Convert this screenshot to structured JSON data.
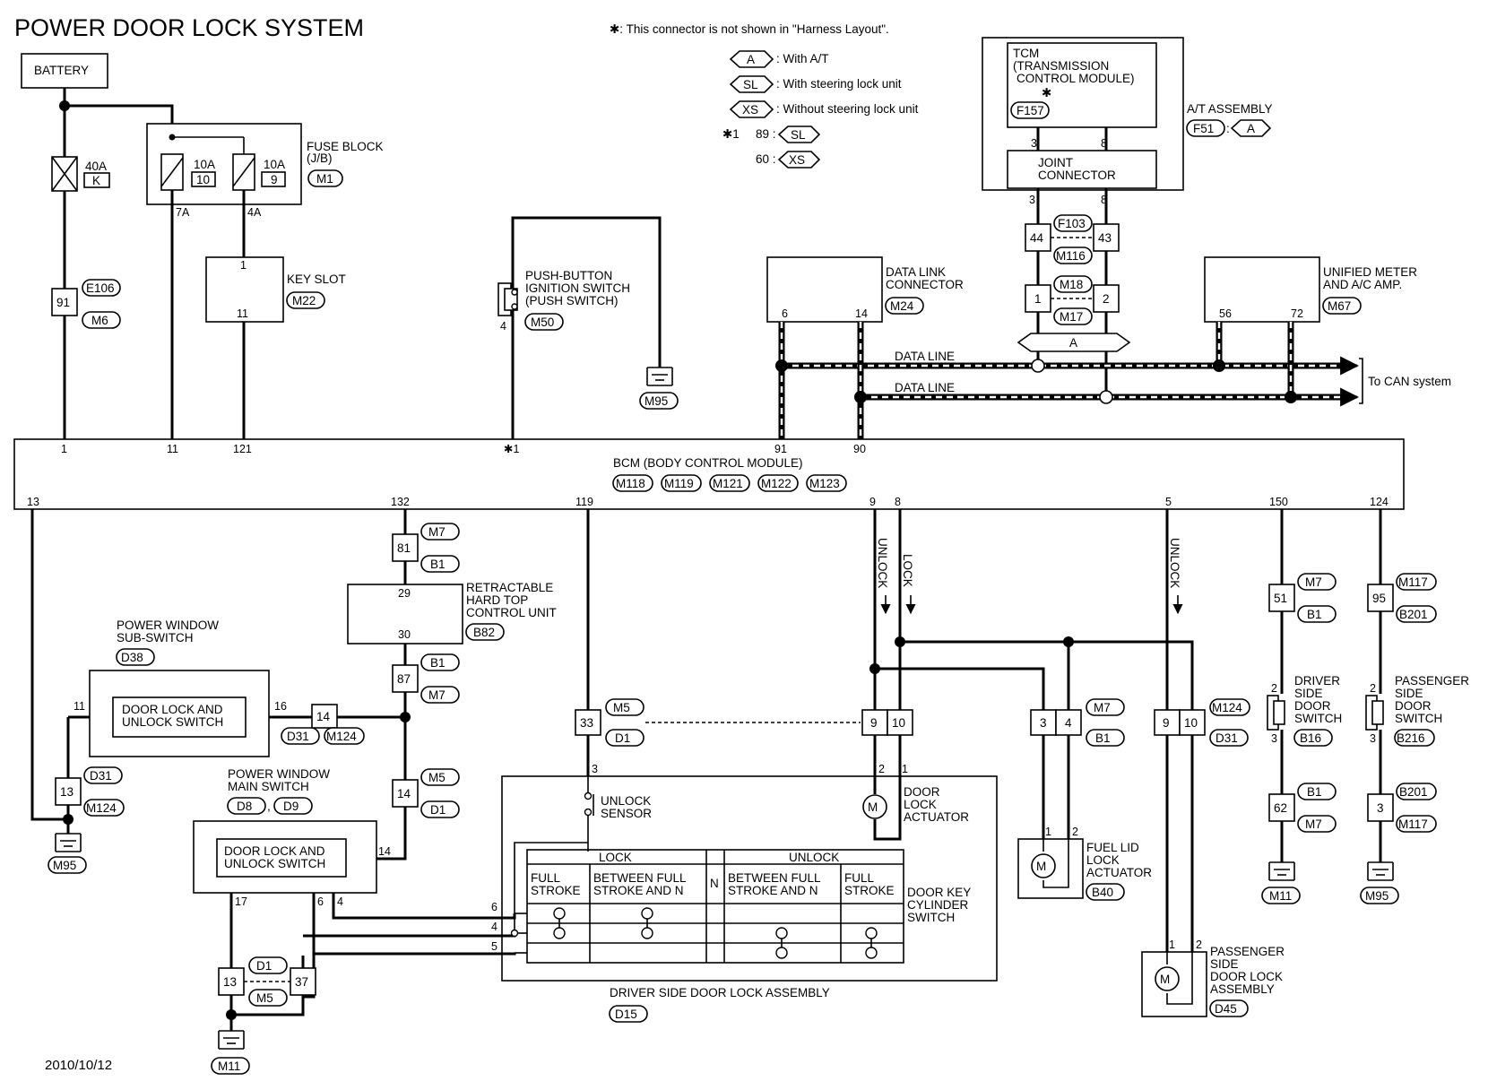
{
  "title": "POWER DOOR LOCK SYSTEM",
  "date": "2010/10/12",
  "legend": {
    "note": "✱: This connector is not shown in \"Harness Layout\".",
    "a": {
      "code": "A",
      "text": ": With A/T"
    },
    "sl": {
      "code": "SL",
      "text": ": With steering lock unit"
    },
    "xs": {
      "code": "XS",
      "text": ": Without steering lock unit"
    },
    "star1": {
      "mark": "✱1",
      "line1": "89 :",
      "line2": "60 :",
      "code1": "SL",
      "code2": "XS"
    }
  },
  "battery": "BATTERY",
  "fuses": {
    "f40": {
      "amp": "40A",
      "code": "K"
    },
    "f10a": {
      "amp": "10A",
      "code": "10"
    },
    "f10b": {
      "amp": "10A",
      "code": "9"
    },
    "out7a": "7A",
    "out4a": "4A",
    "block_name": [
      "FUSE BLOCK",
      "(J/B)"
    ],
    "block_conn": "M1"
  },
  "e106": {
    "pin": "91",
    "c1": "E106",
    "c2": "M6"
  },
  "key_slot": {
    "name": "KEY SLOT",
    "conn": "M22",
    "pin_top": "1",
    "pin_bot": "11"
  },
  "push_button": {
    "name": [
      "PUSH-BUTTON",
      "IGNITION SWITCH",
      "(PUSH SWITCH)"
    ],
    "conn": "M50",
    "pin": "4",
    "ground": "M95"
  },
  "data_link": {
    "name": [
      "DATA LINK",
      "CONNECTOR"
    ],
    "conn": "M24",
    "pin_a": "6",
    "pin_b": "14"
  },
  "meter": {
    "name": [
      "UNIFIED METER",
      "AND A/C AMP."
    ],
    "conn": "M67",
    "pin_a": "56",
    "pin_b": "72"
  },
  "tcm": {
    "name": [
      "TCM",
      "(TRANSMISSION",
      "CONTROL MODULE)"
    ],
    "star": "✱",
    "conn": "F157",
    "pin_a": "3",
    "pin_b": "8"
  },
  "at_assembly": {
    "name": "A/T ASSEMBLY",
    "conn": "F51",
    "code": "A"
  },
  "joint": {
    "name": [
      "JOINT",
      "CONNECTOR"
    ],
    "pin_a": "3",
    "pin_b": "8"
  },
  "f103": {
    "c1": "F103",
    "c2": "M116",
    "p1": "44",
    "p2": "43"
  },
  "m18": {
    "c1": "M18",
    "c2": "M17",
    "p1": "1",
    "p2": "2"
  },
  "a_tag": "A",
  "data_line": "DATA LINE",
  "can": "To CAN system",
  "bcm": {
    "name": "BCM (BODY CONTROL MODULE)",
    "conns": [
      "M118",
      "M119",
      "M121",
      "M122",
      "M123"
    ],
    "top_pins": [
      "1",
      "11",
      "121",
      "✱1",
      "91",
      "90"
    ],
    "bot_pins": [
      "13",
      "132",
      "119",
      "9",
      "8",
      "5",
      "150",
      "124"
    ]
  },
  "wire_text": {
    "unlock": "UNLOCK",
    "lock": "LOCK"
  },
  "pw_sub": {
    "name": [
      "POWER WINDOW",
      "SUB-SWITCH"
    ],
    "conn": "D38",
    "switch": [
      "DOOR LOCK AND",
      "UNLOCK SWITCH"
    ],
    "pin_l": "11",
    "pin_r": "16"
  },
  "pw_main": {
    "name": [
      "POWER WINDOW",
      "MAIN SWITCH"
    ],
    "c1": "D8",
    "c2": "D9",
    "switch": [
      "DOOR LOCK AND",
      "UNLOCK SWITCH"
    ],
    "p14": "14",
    "p17": "17",
    "p6": "6",
    "p4": "4"
  },
  "hardtop": {
    "name": [
      "RETRACTABLE",
      "HARD TOP",
      "CONTROL UNIT"
    ],
    "conn": "B82",
    "pin_top": "29",
    "pin_bot": "30"
  },
  "inline": {
    "m7b1_81": {
      "pin": "81",
      "c1": "M7",
      "c2": "B1"
    },
    "b1m7_87": {
      "pin": "87",
      "c1": "B1",
      "c2": "M7"
    },
    "d31_14": {
      "pin": "14",
      "c1": "D31",
      "c2": "M124"
    },
    "m5d1_14": {
      "pin": "14",
      "c1": "M5",
      "c2": "D1"
    },
    "d31_13": {
      "pin": "13",
      "c1": "D31",
      "c2": "M124"
    },
    "m5d1_33": {
      "pin": "33",
      "c1": "M5",
      "c2": "D1"
    },
    "j910": {
      "p1": "9",
      "p2": "10"
    },
    "m7b1_34": {
      "p1": "3",
      "p2": "4",
      "c1": "M7",
      "c2": "B1"
    },
    "m124_910": {
      "p1": "9",
      "p2": "10",
      "c1": "M124",
      "c2": "D31"
    },
    "d1m5_1337": {
      "p1": "13",
      "p2": "37",
      "c1": "D1",
      "c2": "M5"
    },
    "m7b1_51": {
      "pin": "51",
      "c1": "M7",
      "c2": "B1"
    },
    "m117_95": {
      "pin": "95",
      "c1": "M117",
      "c2": "B201"
    },
    "b1m7_62": {
      "pin": "62",
      "c1": "B1",
      "c2": "M7"
    },
    "b201_3": {
      "pin": "3",
      "c1": "B201",
      "c2": "M117"
    }
  },
  "driver_assy": {
    "name": "DRIVER SIDE DOOR LOCK ASSEMBLY",
    "conn": "D15",
    "sensor": [
      "UNLOCK",
      "SENSOR"
    ],
    "sensor_pin": "3",
    "actuator": [
      "DOOR",
      "LOCK",
      "ACTUATOR"
    ],
    "act_p2": "2",
    "act_p1": "1",
    "key_cyl": [
      "DOOR KEY",
      "CYLINDER",
      "SWITCH"
    ],
    "table_lock": "LOCK",
    "table_unlock": "UNLOCK",
    "table_n": "N",
    "cols": [
      [
        "FULL",
        "STROKE"
      ],
      [
        "BETWEEN FULL",
        "STROKE AND N"
      ],
      [
        "BETWEEN FULL",
        "STROKE AND N"
      ],
      [
        "FULL",
        "STROKE"
      ]
    ],
    "rows": [
      "6",
      "4",
      "5"
    ]
  },
  "fuel_lid": {
    "name": [
      "FUEL LID",
      "LOCK",
      "ACTUATOR"
    ],
    "conn": "B40",
    "p1": "1",
    "p2": "2"
  },
  "pass_assy": {
    "name": [
      "PASSENGER",
      "SIDE",
      "DOOR LOCK",
      "ASSEMBLY"
    ],
    "conn": "D45",
    "p1": "1",
    "p2": "2"
  },
  "driver_door_sw": {
    "name": [
      "DRIVER",
      "SIDE",
      "DOOR",
      "SWITCH"
    ],
    "conn": "B16",
    "p2": "2",
    "p3": "3"
  },
  "pass_door_sw": {
    "name": [
      "PASSENGER",
      "SIDE",
      "DOOR",
      "SWITCH"
    ],
    "conn": "B216",
    "p2": "2",
    "p3": "3"
  },
  "grounds": {
    "g1": "M95",
    "g2": "M11",
    "g3": "M11",
    "g4": "M95"
  },
  "motor": "M"
}
